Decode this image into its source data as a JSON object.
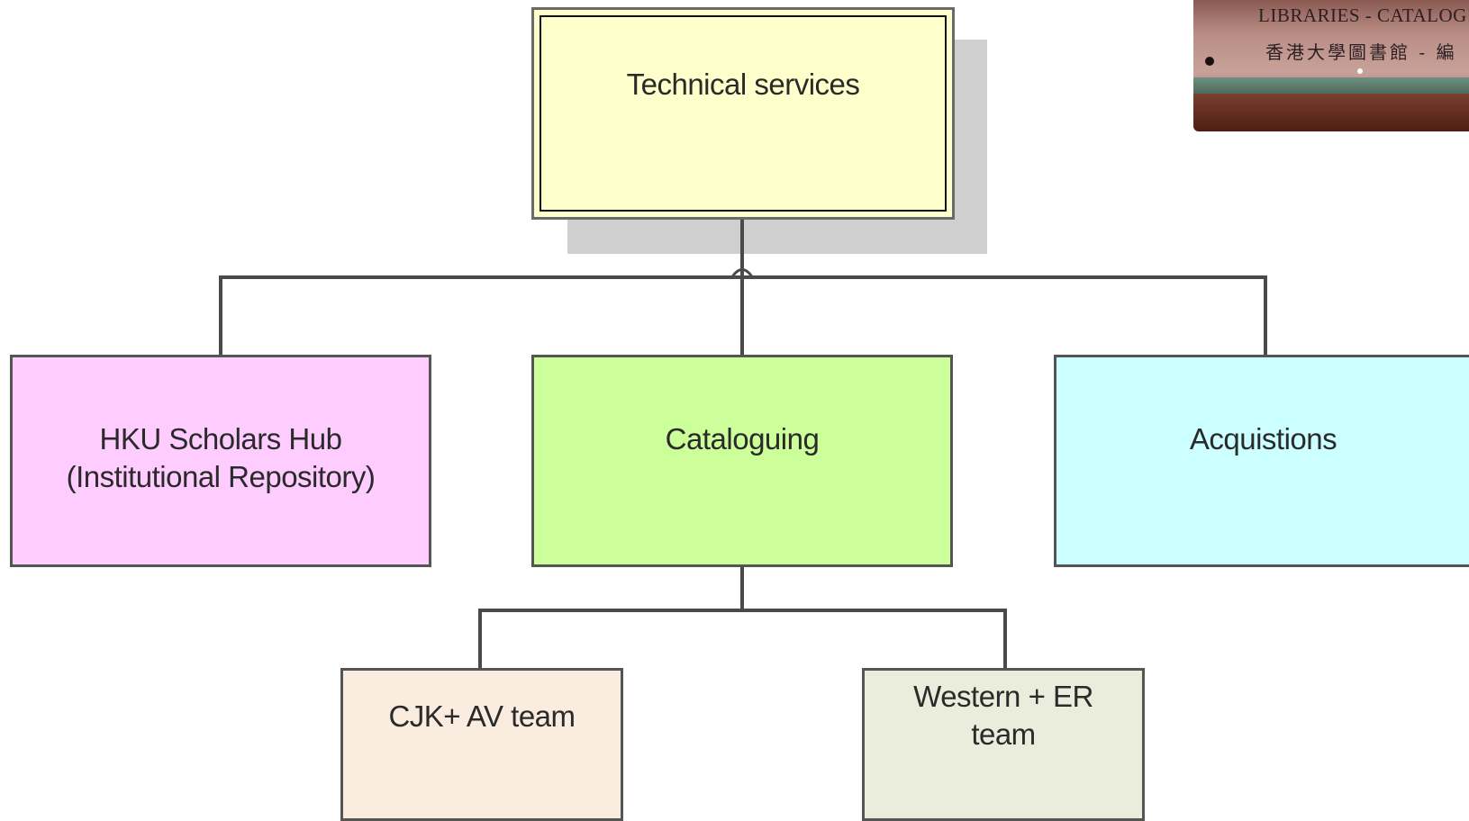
{
  "diagram": {
    "root": {
      "label": "Technical services",
      "color": "#ffffcc"
    },
    "units": [
      {
        "label": "HKU Scholars Hub\n(Institutional Repository)",
        "color": "#ffccff"
      },
      {
        "label": "Cataloguing",
        "color": "#ccff99"
      },
      {
        "label": "Acquistions",
        "color": "#ccffff"
      }
    ],
    "teams": [
      {
        "label": "CJK+ AV team",
        "color": "#fbece0"
      },
      {
        "label": "Western + ER\nteam",
        "color": "#eaeddc"
      }
    ]
  },
  "photo": {
    "line1": "LIBRARIES - CATALOG",
    "line2": "香港大學圖書館 - 編"
  }
}
